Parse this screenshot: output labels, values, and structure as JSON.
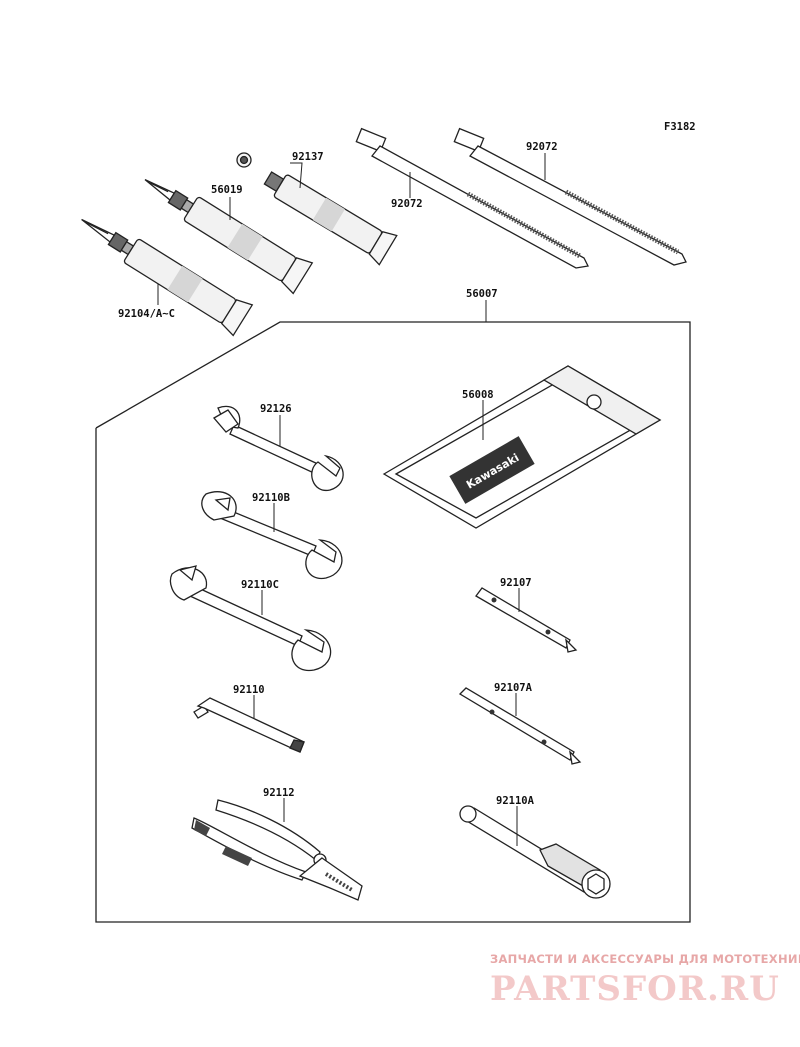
{
  "diagram": {
    "figure_code": "F3182",
    "kit_part": "56007",
    "parts": {
      "tube_a": "92104/A~C",
      "tube_b": "56019",
      "tube_c": "92137",
      "band_a": "92072",
      "band_b": "92072",
      "case": "56008",
      "wrench_1": "92126",
      "wrench_2": "92110B",
      "wrench_3": "92110C",
      "hex_key": "92110",
      "pliers": "92112",
      "screwdriver_1": "92107",
      "screwdriver_2": "92107A",
      "box_wrench": "92110A"
    },
    "case_brand_text": "Kawasaki"
  },
  "watermark": {
    "tagline": "ЗАПЧАСТИ И АКСЕССУАРЫ ДЛЯ МОТОТЕХНИКИ",
    "brand": "PARTSFOR.RU",
    "colors": {
      "tagline": "#e7a7a7",
      "brand": "#f3c9c9"
    }
  },
  "colors": {
    "ink": "#222222",
    "tube_fill": "#f2f2f2",
    "shade": "#cfcfcf",
    "dark_shade": "#444444"
  }
}
